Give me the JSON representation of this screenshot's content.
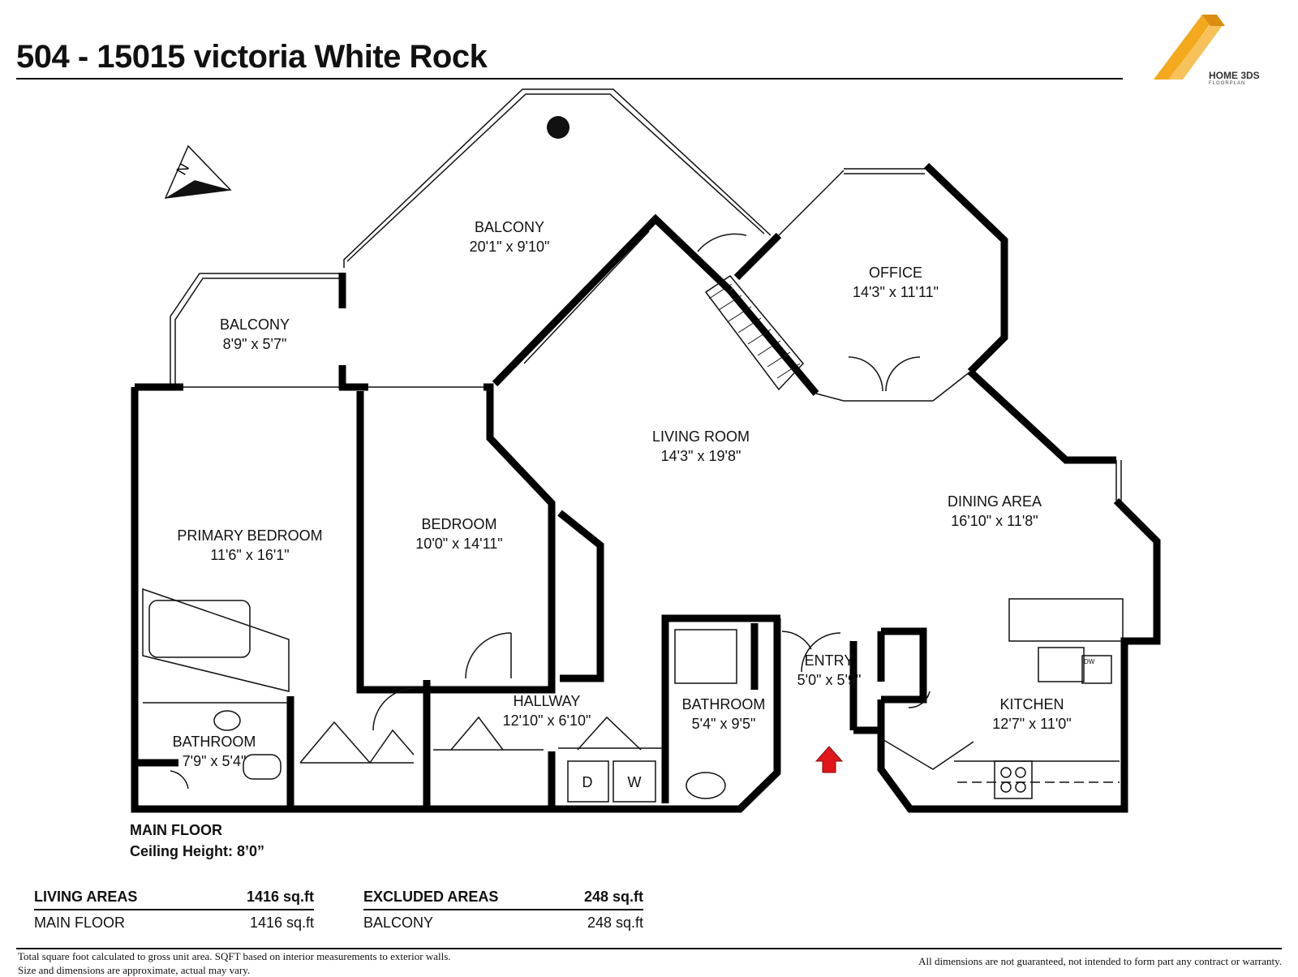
{
  "header": {
    "title": "504 - 15015 victoria White Rock",
    "logo_text": "HOME 3DS",
    "logo_sub": "FLOORPLAN",
    "logo_color": "#f3a81d"
  },
  "rooms": {
    "balcony_main": {
      "name": "BALCONY",
      "dims": "20'1\" x 9'10\""
    },
    "balcony_small": {
      "name": "BALCONY",
      "dims": "8'9\" x 5'7\""
    },
    "office": {
      "name": "OFFICE",
      "dims": "14'3\" x 11'11\""
    },
    "living": {
      "name": "LIVING ROOM",
      "dims": "14'3\" x 19'8\""
    },
    "dining": {
      "name": "DINING AREA",
      "dims": "16'10\" x 11'8\""
    },
    "primary_bedroom": {
      "name": "PRIMARY BEDROOM",
      "dims": "11'6\" x 16'1\""
    },
    "bedroom": {
      "name": "BEDROOM",
      "dims": "10'0\" x 14'11\""
    },
    "entry": {
      "name": "ENTRY",
      "dims": "5'0\" x 5'9\""
    },
    "hallway": {
      "name": "HALLWAY",
      "dims": "12'10\" x 6'10\""
    },
    "bathroom_1": {
      "name": "BATHROOM",
      "dims": "5'4\" x 9'5\""
    },
    "bathroom_2": {
      "name": "BATHROOM",
      "dims": "7'9\" x 5'4\""
    },
    "kitchen": {
      "name": "KITCHEN",
      "dims": "12'7\" x 11'0\""
    }
  },
  "appliances": {
    "dryer": "D",
    "washer": "W",
    "dishwasher": "DW"
  },
  "floor": {
    "name": "MAIN FLOOR",
    "ceiling": "Ceiling Height: 8’0”"
  },
  "areas": {
    "living_header": "LIVING AREAS",
    "living_total": "1416 sq.ft",
    "living_row_label": "MAIN FLOOR",
    "living_row_value": "1416 sq.ft",
    "excluded_header": "EXCLUDED AREAS",
    "excluded_total": "248 sq.ft",
    "excluded_row_label": "BALCONY",
    "excluded_row_value": "248 sq.ft"
  },
  "notes": {
    "left_1": "Total square foot calculated to gross unit area. SQFT based on interior measurements to exterior walls.",
    "left_2": "Size and dimensions are approximate, actual may vary.",
    "right": "All dimensions are not guaranteed, not intended to form part any contract or warranty."
  },
  "colors": {
    "wall": "#000000",
    "entry_arrow": "#e0161b"
  }
}
